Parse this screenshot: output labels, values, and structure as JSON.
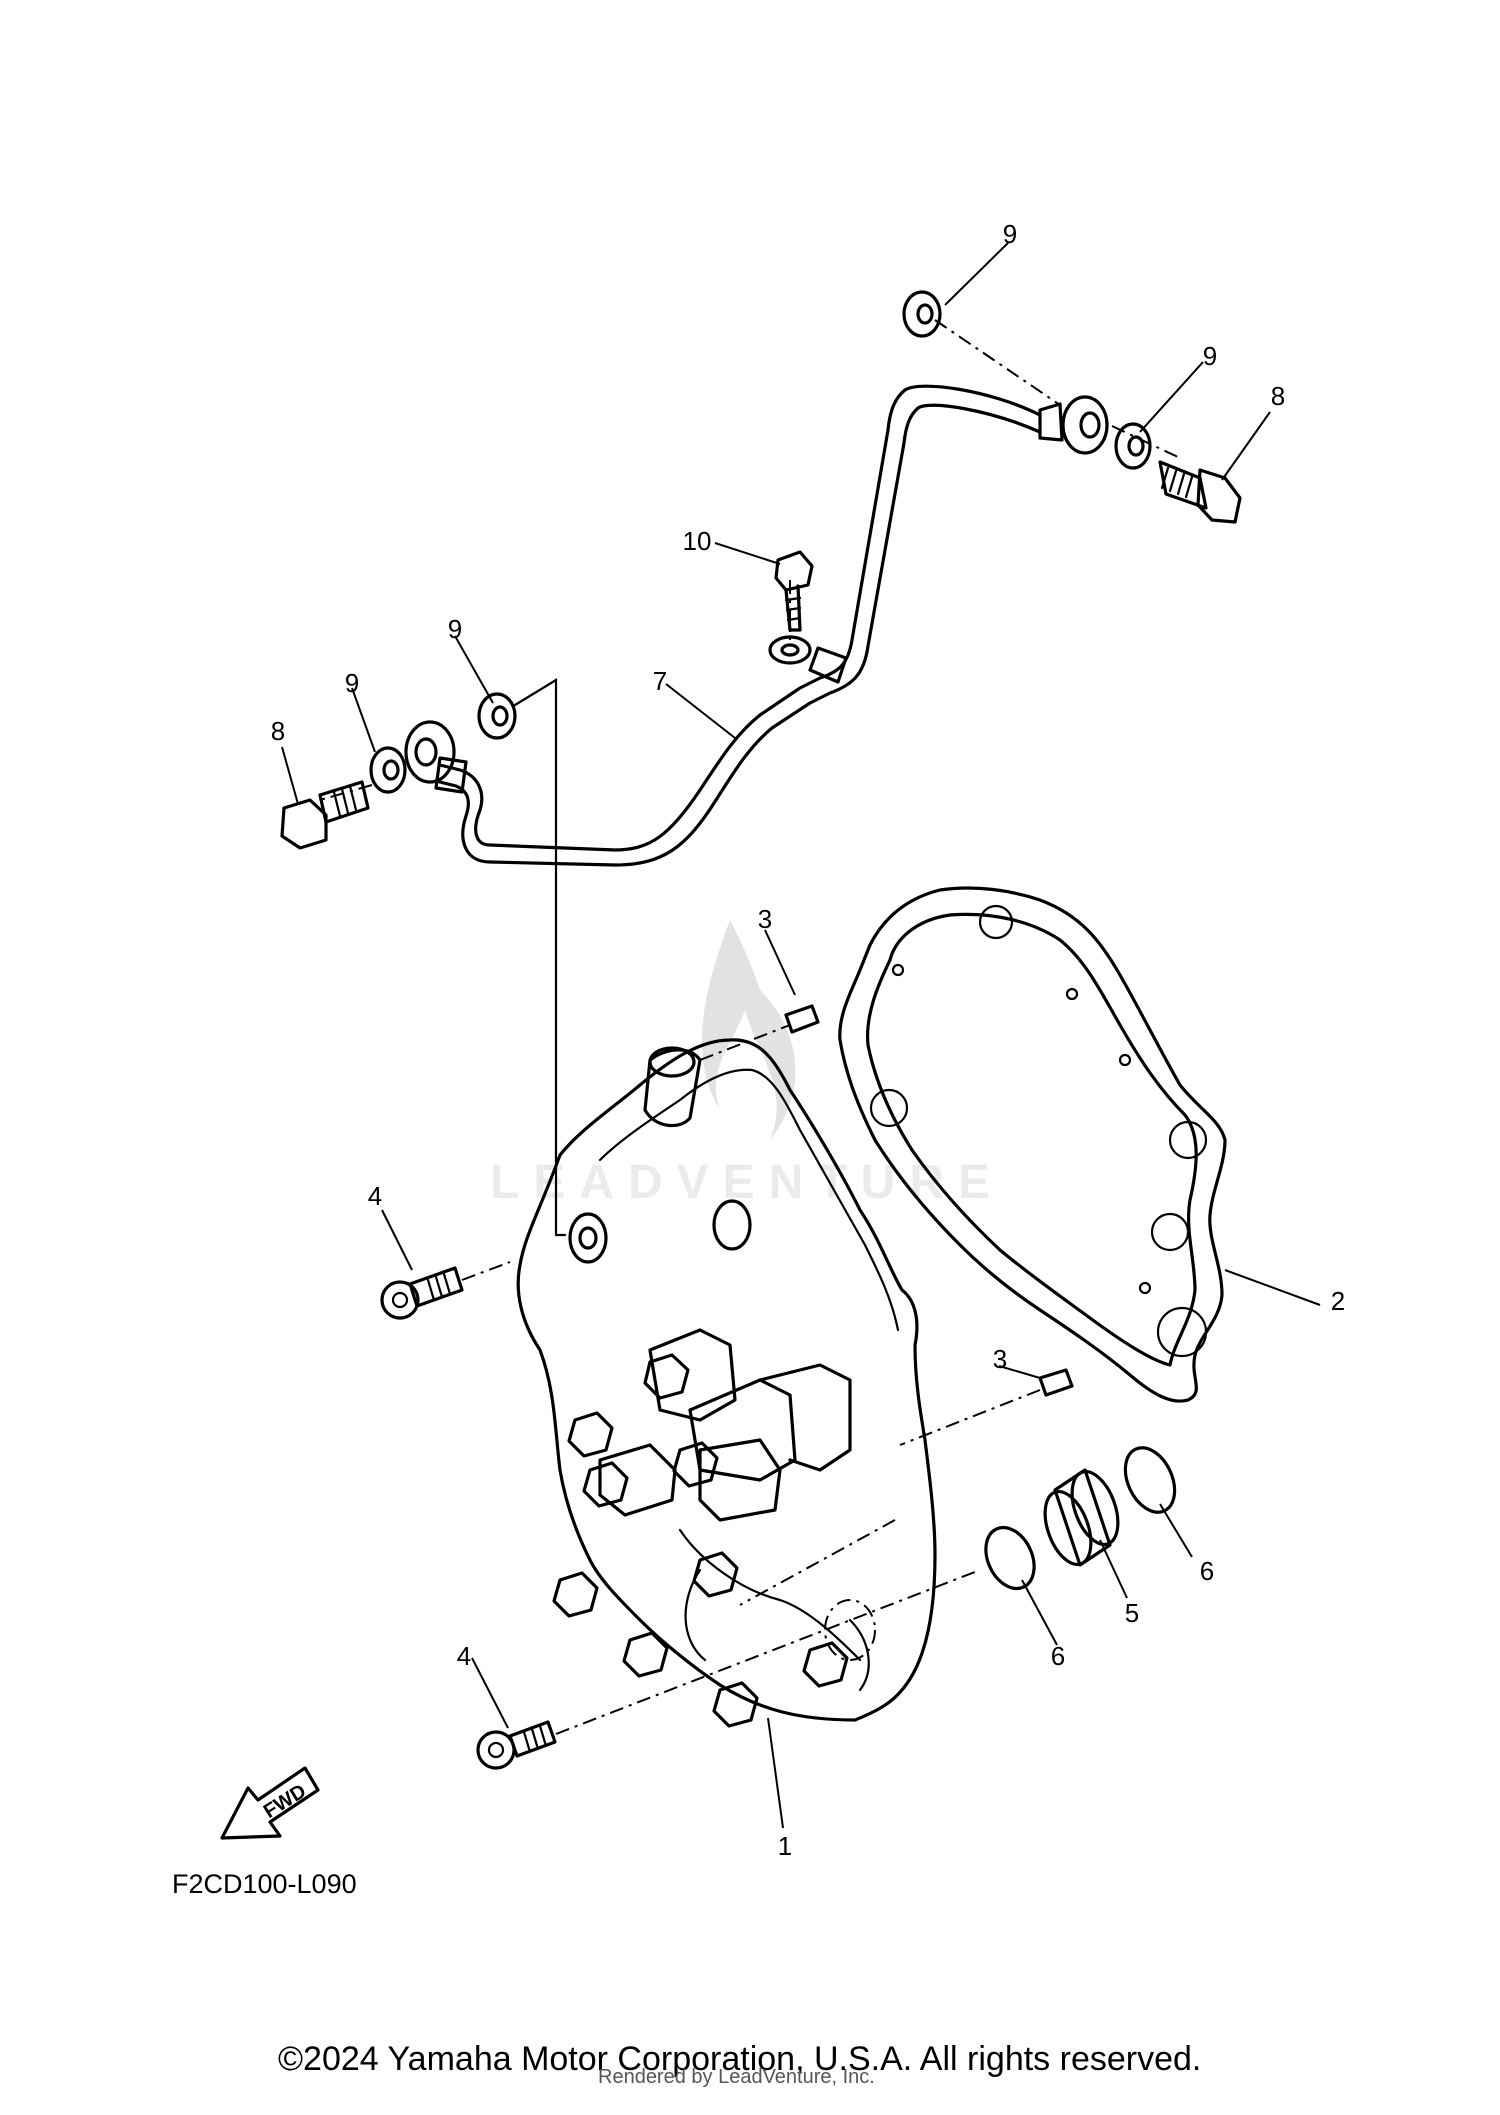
{
  "watermark": "LEADVENTURE",
  "fwd_label": "FWD",
  "diagram_code": "F2CD100-L090",
  "copyright": "©2024 Yamaha Motor Corporation, U.S.A. All rights reserved.",
  "rendered_by": "Rendered by LeadVenture, Inc.",
  "callouts": {
    "c1": "1",
    "c2": "2",
    "c3a": "3",
    "c3b": "3",
    "c4a": "4",
    "c4b": "4",
    "c5": "5",
    "c6a": "6",
    "c6b": "6",
    "c7": "7",
    "c8a": "8",
    "c8b": "8",
    "c9a": "9",
    "c9b": "9",
    "c9c": "9",
    "c9d": "9",
    "c10": "10"
  }
}
